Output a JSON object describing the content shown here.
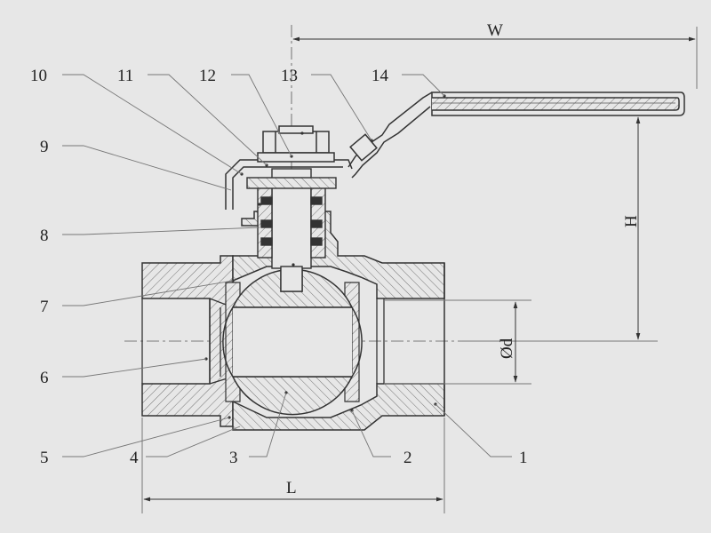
{
  "diagram": {
    "part_numbers": [
      "1",
      "2",
      "3",
      "4",
      "5",
      "6",
      "7",
      "8",
      "9",
      "10",
      "11",
      "12",
      "13",
      "14"
    ],
    "dimensions": {
      "width": "W",
      "height": "H",
      "length": "L",
      "bore": "Ød"
    }
  }
}
